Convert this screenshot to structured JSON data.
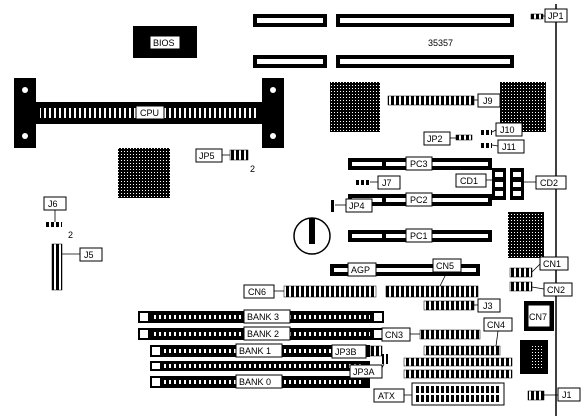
{
  "labels": {
    "bios": "BIOS",
    "chip_number": "35357",
    "cpu": "CPU",
    "jp1": "JP1",
    "j9": "J9",
    "jp2": "JP2",
    "j10": "J10",
    "j11": "J11",
    "jp5": "JP5",
    "jp5_pin": "2",
    "pc3": "PC3",
    "j7": "J7",
    "cd1": "CD1",
    "cd2": "CD2",
    "pc2": "PC2",
    "jp4": "JP4",
    "j6": "J6",
    "j6_pin": "2",
    "j5": "J5",
    "pc1": "PC1",
    "cn1": "CN1",
    "cn2": "CN2",
    "agp": "AGP",
    "cn5": "CN5",
    "cn6": "CN6",
    "j3": "J3",
    "cn7": "CN7",
    "bank3": "BANK 3",
    "bank2": "BANK 2",
    "cn3": "CN3",
    "cn4": "CN4",
    "bank1": "BANK 1",
    "jp3b": "JP3B",
    "bank0": "BANK 0",
    "jp3a": "JP3A",
    "atx": "ATX",
    "j1": "J1"
  }
}
